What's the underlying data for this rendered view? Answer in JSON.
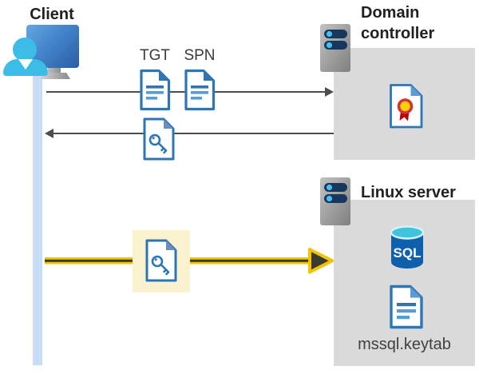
{
  "labels": {
    "client": "Client",
    "tgt": "TGT",
    "spn": "SPN",
    "domain_line1": "Domain",
    "domain_line2": "controller",
    "linux": "Linux server",
    "keytab": "mssql.keytab",
    "sql": "SQL"
  },
  "icons": [
    {
      "name": "client-workstation-icon",
      "depicts": "monitor with user silhouette"
    },
    {
      "name": "tgt-document-icon",
      "depicts": "ticket document with text lines"
    },
    {
      "name": "spn-document-icon",
      "depicts": "ticket document with text lines"
    },
    {
      "name": "key-document-icon",
      "depicts": "service ticket document with key"
    },
    {
      "name": "server-icon",
      "depicts": "server tower with two indicator bars"
    },
    {
      "name": "certificate-icon",
      "depicts": "document with medal seal"
    },
    {
      "name": "sql-database-icon",
      "depicts": "database cylinder labeled SQL"
    },
    {
      "name": "keytab-document-icon",
      "depicts": "document with text lines"
    }
  ],
  "colors": {
    "doc_blue": "#2E75B6",
    "doc_blue_light": "#5B9BD5",
    "arrow_gray": "#4D4D4D",
    "zone_gray": "#DADADA",
    "highlight_yellow": "#FAF2CF",
    "arrow_gold": "#F3C300",
    "arrow_gold_core": "#3A3A32",
    "client_lifeline_blue": "#C5DDF7",
    "sql_body_blue": "#0E5FAC",
    "sql_top_cyan": "#3FC4DE",
    "server_body_gray": "#9E9E9E",
    "server_bar_navy": "#17375E",
    "server_dot_cyan": "#45C1EA",
    "medal_ring_red": "#D13438",
    "medal_fill_yellow": "#FFD100",
    "ribbon_red": "#C00000",
    "person_cyan": "#3BBDE8"
  }
}
